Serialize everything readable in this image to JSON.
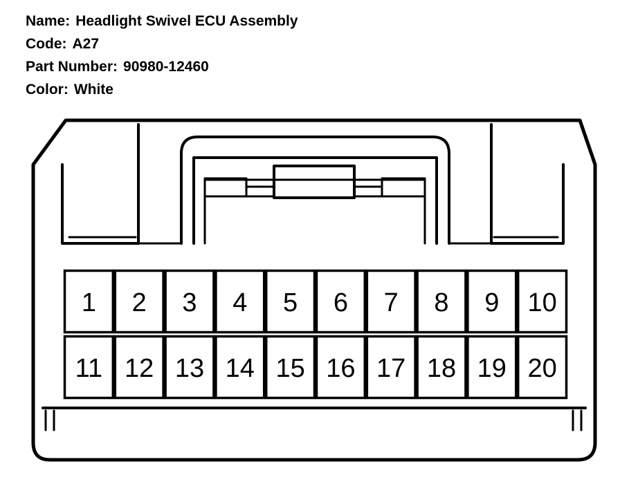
{
  "info": {
    "name_label": "Name:",
    "name_value": "Headlight Swivel ECU Assembly",
    "code_label": "Code:",
    "code_value": "A27",
    "part_label": "Part Number:",
    "part_value": "90980-12460",
    "color_label": "Color:",
    "color_value": "White"
  },
  "connector": {
    "rows": [
      [
        "1",
        "2",
        "3",
        "4",
        "5",
        "6",
        "7",
        "8",
        "9",
        "10"
      ],
      [
        "11",
        "12",
        "13",
        "14",
        "15",
        "16",
        "17",
        "18",
        "19",
        "20"
      ]
    ]
  }
}
